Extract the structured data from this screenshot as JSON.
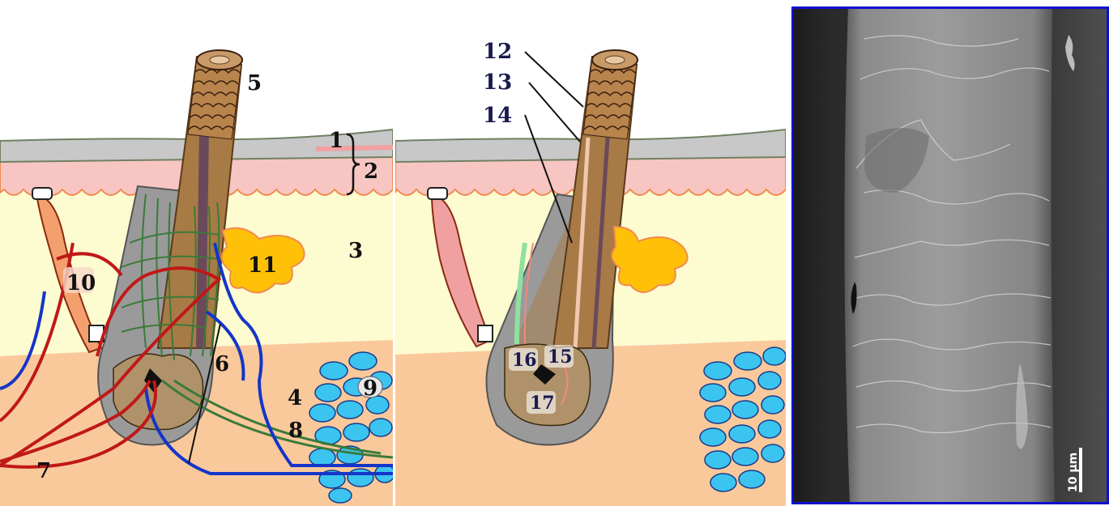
{
  "left_diagram": {
    "labels": {
      "l1": "1",
      "l2": "2",
      "l3": "3",
      "l4": "4",
      "l5": "5",
      "l6": "6",
      "l7": "7",
      "l8": "8",
      "l9": "9",
      "l10": "10",
      "l11": "11"
    }
  },
  "middle_diagram": {
    "labels": {
      "l12": "12",
      "l13": "13",
      "l14": "14",
      "l15": "15",
      "l16": "16",
      "l17": "17"
    }
  },
  "micrograph": {
    "scale_bar_label": "10 µm",
    "border_color": "#1010d0"
  },
  "colors": {
    "epidermis_gray": "#c8c8c8",
    "dermis_pink": "#f7c6c2",
    "hypodermis_yellow": "#fdfbd0",
    "fat_tissue": "#f8c89a",
    "artery_red": "#c01818",
    "vein_blue": "#1535c8",
    "nerve_green": "#3a7a3a",
    "gland_yellow": "#ffc107",
    "fat_cells_blue": "#3cc4f0",
    "hair_brown": "#a87a45",
    "label_navy": "#1a1a50"
  }
}
